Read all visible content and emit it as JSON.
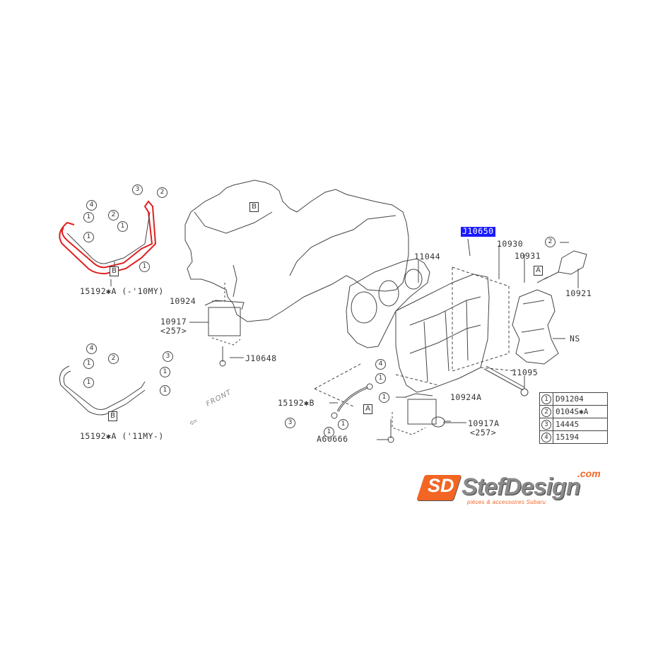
{
  "diagram": {
    "title": "Cylinder head / oil pipe exploded diagram",
    "highlight_color": "#1a1aff",
    "pipe_highlight_color": "#e02020"
  },
  "labels": {
    "p15192A_old": "15192✱A (-'10MY)",
    "p15192A_new": "15192✱A ('11MY-)",
    "p15192B": "15192✱B",
    "p10924": "10924",
    "p10917": "10917",
    "p10917_sub": "<257>",
    "pJ10648": "J10648",
    "p11044": "11044",
    "pJ10650": "J10650",
    "p10930": "10930",
    "p10931": "10931",
    "p10921": "10921",
    "pNS": "NS",
    "p11095": "11095",
    "p10924A": "10924A",
    "p10917A": "10917A",
    "p10917A_sub": "<257>",
    "pA60666": "A60666",
    "front": "FRONT"
  },
  "refs": {
    "A": "A",
    "B": "B"
  },
  "circles": {
    "c1": "1",
    "c2": "2",
    "c3": "3",
    "c4": "4"
  },
  "legend": [
    {
      "num": "1",
      "part": "D91204"
    },
    {
      "num": "2",
      "part": "0104S✱A"
    },
    {
      "num": "3",
      "part": "14445"
    },
    {
      "num": "4",
      "part": "15194"
    }
  ],
  "logo": {
    "badge": "SD",
    "name": "StefDesign",
    "domain": ".com",
    "tagline": "pièces & accessoires Subaru",
    "brand_color": "#f26522"
  }
}
